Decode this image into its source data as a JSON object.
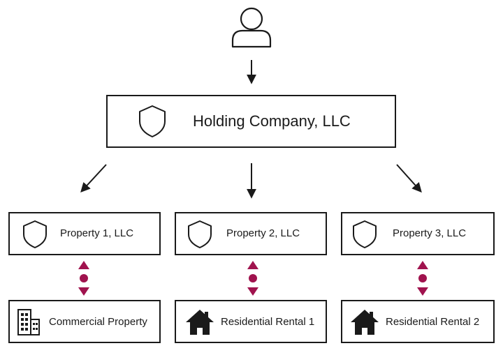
{
  "colors": {
    "line": "#1a1a1a",
    "connector": "#a0134e"
  },
  "owner": {
    "icon": "person-icon"
  },
  "holding": {
    "label": "Holding Company, LLC",
    "icon": "shield-icon"
  },
  "llcs": [
    {
      "label": "Property 1, LLC",
      "icon": "shield-icon"
    },
    {
      "label": "Property 2, LLC",
      "icon": "shield-icon"
    },
    {
      "label": "Property 3, LLC",
      "icon": "shield-icon"
    }
  ],
  "assets": [
    {
      "label": "Commercial Property",
      "icon": "building-icon"
    },
    {
      "label": "Residential Rental 1",
      "icon": "house-icon"
    },
    {
      "label": "Residential Rental 2",
      "icon": "house-icon"
    }
  ]
}
